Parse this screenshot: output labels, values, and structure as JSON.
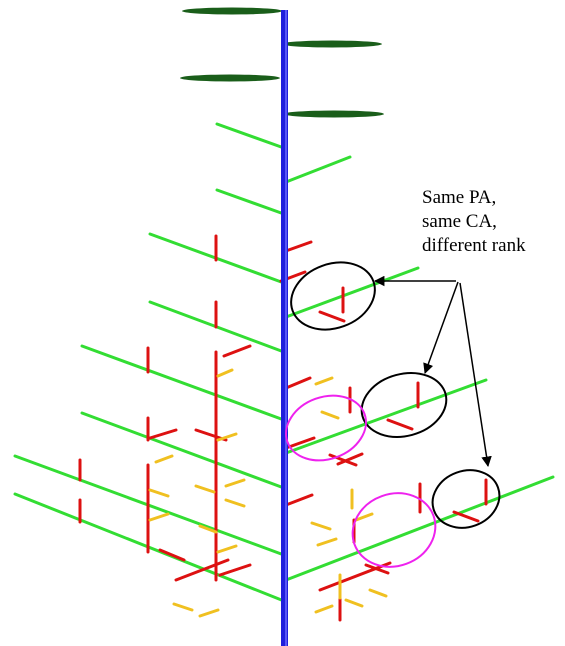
{
  "annotation": {
    "lines": [
      "Same PA,",
      "same CA,",
      "different rank"
    ]
  },
  "colors": {
    "trunk": "#1f1fdc",
    "trunk_highlight": "#6a6aff",
    "order_1_branch": "#33dd33",
    "order_2_branch": "#dd1111",
    "order_3_branch": "#f0c020",
    "leaf": "#1a5e1a",
    "callout_ellipse": "#000000",
    "compare_ellipse": "#ee22ee",
    "arrow": "#000000"
  },
  "icons": {
    "leaf": "ellipse-leaf",
    "highlight": "ellipse-outline",
    "pointer": "arrow"
  }
}
